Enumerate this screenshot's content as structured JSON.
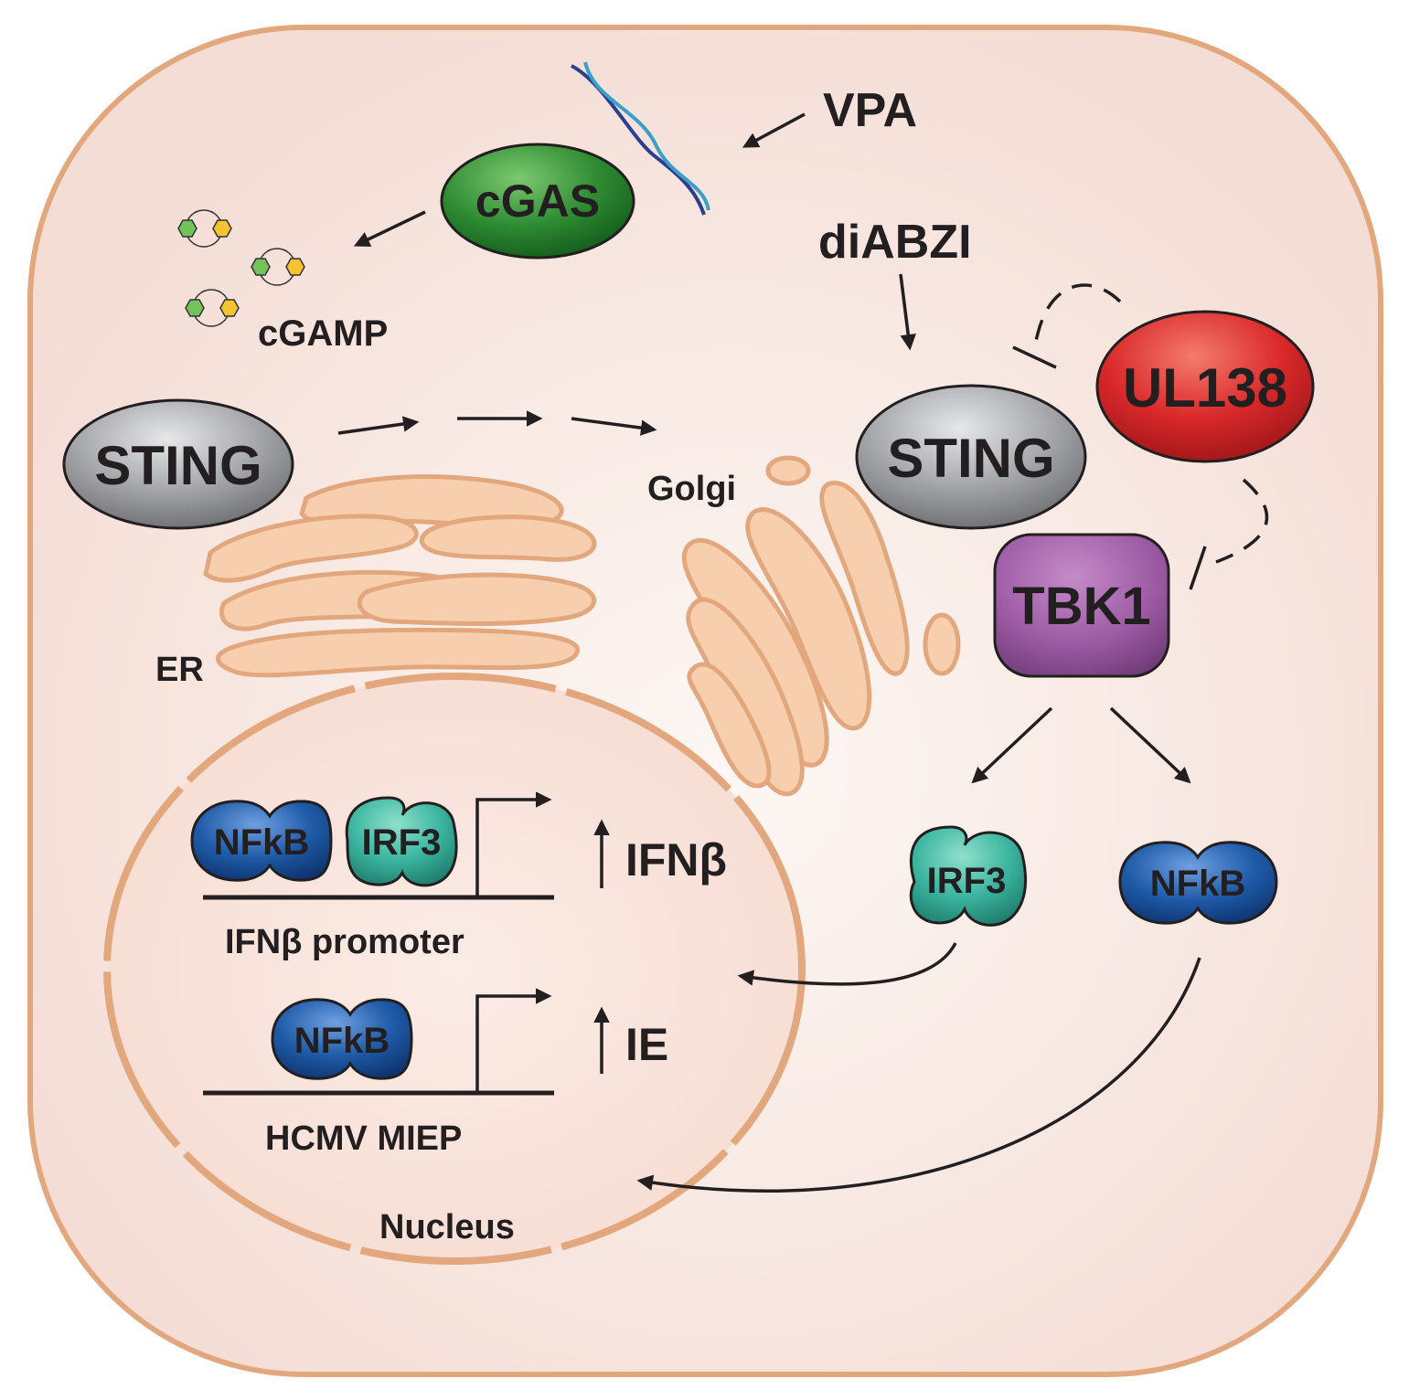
{
  "stimuli": {
    "vpa": "VPA",
    "diabzi": "diABZI"
  },
  "proteins": {
    "cgas": "cGAS",
    "cgamp": "cGAMP",
    "sting_er": "STING",
    "sting_golgi": "STING",
    "ul138": "UL138",
    "tbk1": "TBK1",
    "irf3_cyto": "IRF3",
    "nfkb_cyto": "NFkB",
    "nfkb_ifn": "NFkB",
    "irf3_ifn": "IRF3",
    "nfkb_miep": "NFkB"
  },
  "organelles": {
    "er": "ER",
    "golgi": "Golgi",
    "nucleus": "Nucleus"
  },
  "promoters": {
    "ifnb_promoter": "IFNβ promoter",
    "hcmv_miep": "HCMV MIEP"
  },
  "outputs": {
    "ifnb": "IFNβ",
    "ie": "IE"
  },
  "colors": {
    "cell_fill": "#f6e1da",
    "membrane": "#e2a77d",
    "cgas": "#2f8c33",
    "sting": "#9a9b9e",
    "ul138": "#d92b2b",
    "tbk1": "#9c5aa3",
    "irf3": "#3bb5a0",
    "nfkb": "#1f5ba8",
    "organelle_fill": "#f8cfae"
  }
}
